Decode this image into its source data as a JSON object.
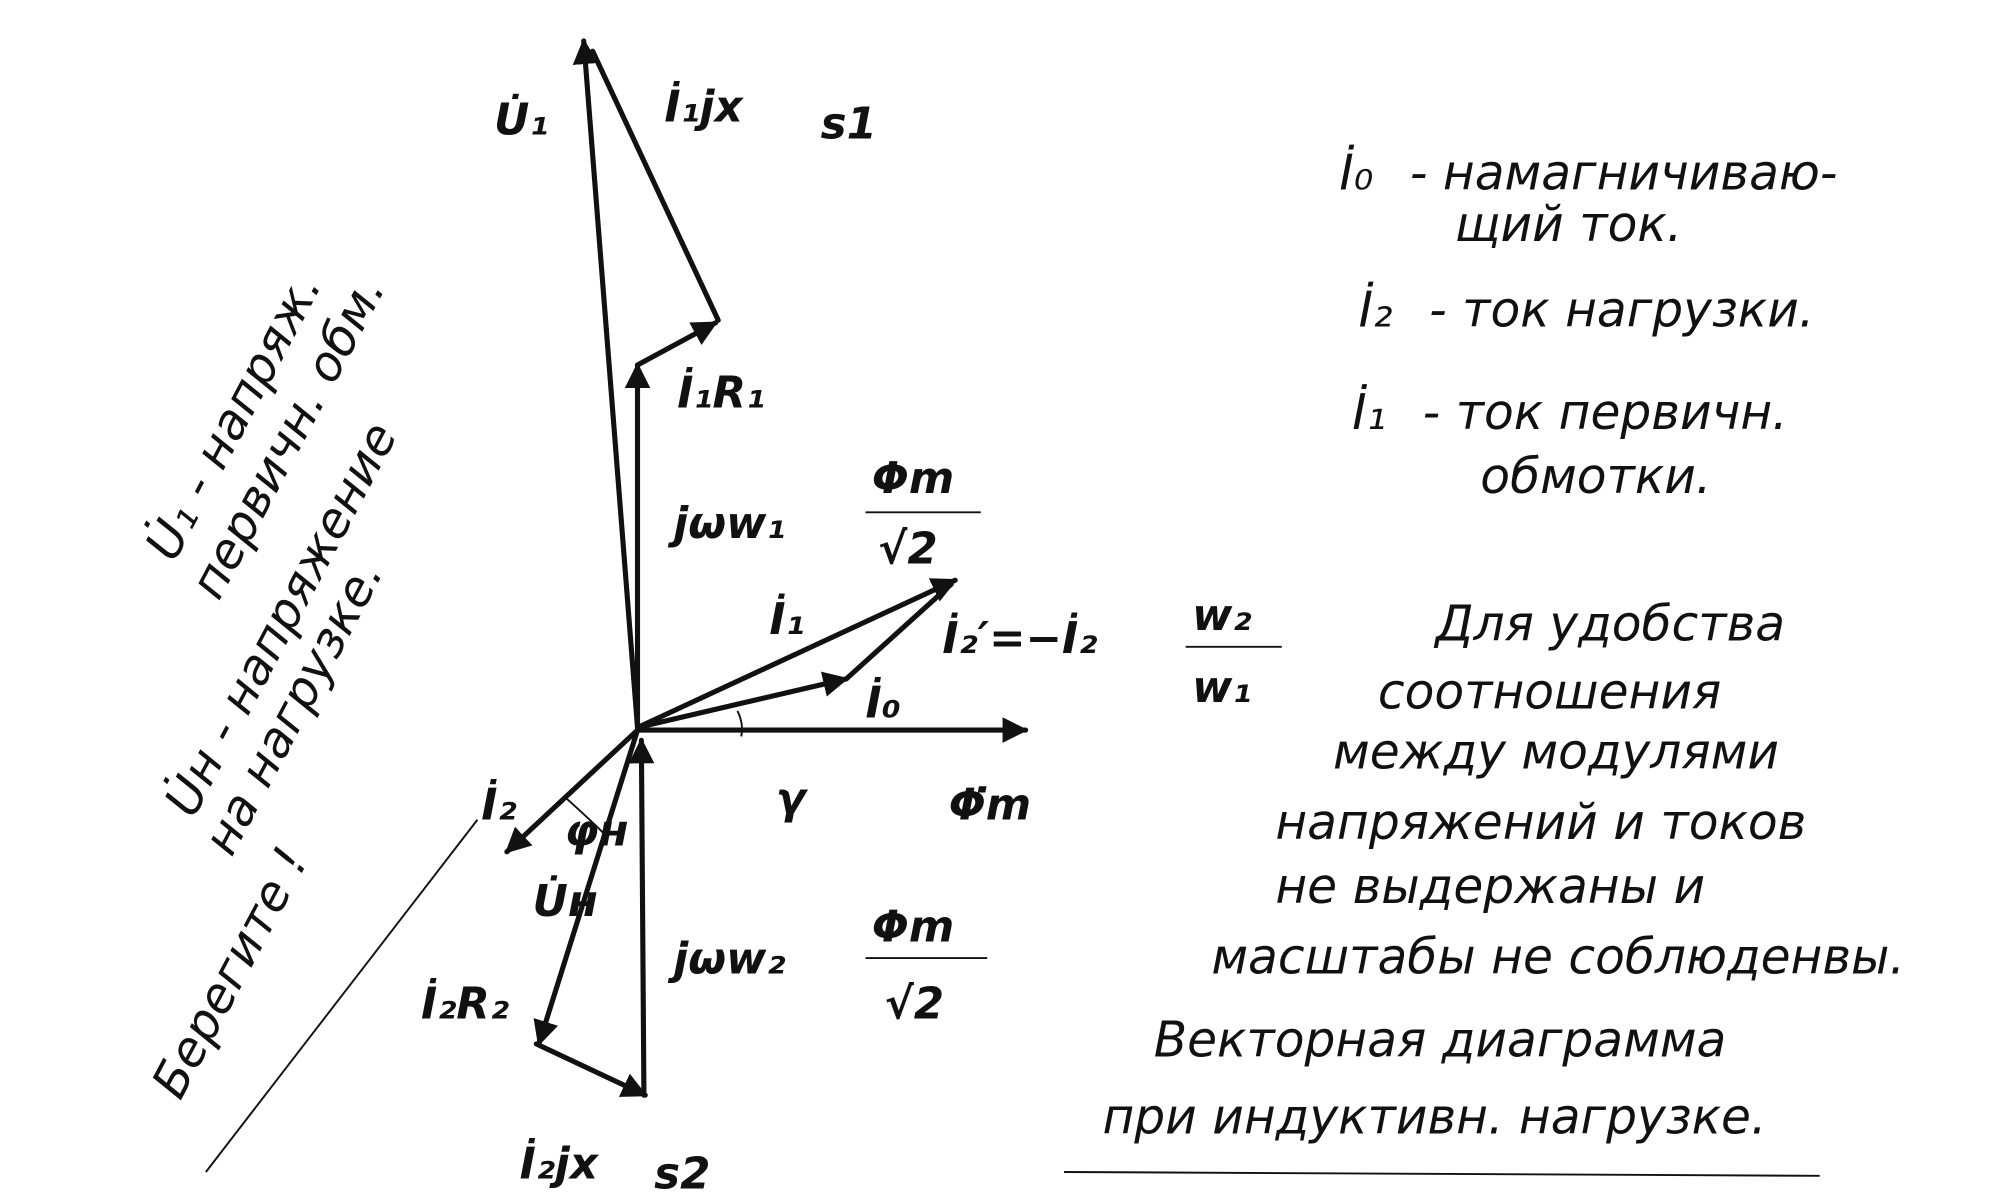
{
  "title": "Векторная диаграмма при индуктивн. нагрузке.",
  "labels": {
    "U1": "U̇₁",
    "I1jxs1": "İ₁jx",
    "s1": "s1",
    "I1R1": "İ₁R₁",
    "jww1": "jωw₁",
    "phim": "Φm",
    "sqrt2": "√2",
    "I1": "İ₁",
    "I2prime": "İ₂′=−İ₂",
    "w2": "w₂",
    "w1": "w₁",
    "I0": "İ₀",
    "gamma": "γ",
    "Phim_axis": "Φ̇m",
    "I2": "İ₂",
    "phiN": "φн",
    "UN": "U̇н",
    "jww2": "jωw₂",
    "I2R2": "İ₂R₂",
    "I2jxs2": "İ₂jx",
    "s2": "s2"
  },
  "left_notes": [
    "U̇₁ - напряж.",
    "первичн. обм.",
    "U̇н - напряжение",
    "на нагрузке.",
    "Берегите !"
  ],
  "legend": [
    {
      "sym": "İ₀",
      "text": "- намагничиваю-",
      "cont": "щий ток."
    },
    {
      "sym": "İ₂",
      "text": "- ток нагрузки."
    },
    {
      "sym": "İ₁",
      "text": "- ток первичн.",
      "cont": "обмотки."
    }
  ],
  "remark": [
    "Для удобства",
    "соотношения",
    "между модулями",
    "напряжений и токов",
    "не выдержаны и",
    "масштабы не соблюденвы."
  ],
  "caption": [
    "Векторная диаграмма",
    "при индуктивн. нагрузке."
  ]
}
